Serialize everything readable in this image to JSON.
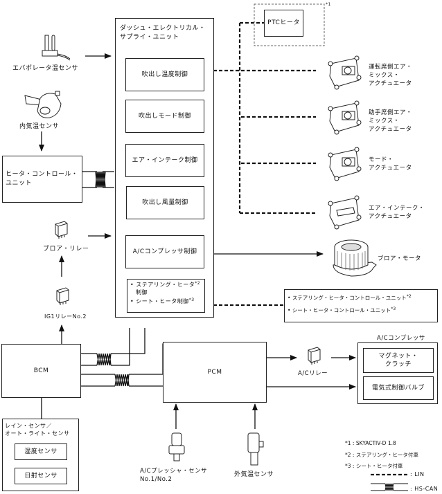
{
  "title": "エアコン・システム構成図",
  "components": {
    "dashboard_unit": {
      "title": "ダッシュ・エレクトリカル・\nサプライ・ユニット",
      "functions": [
        "吹出し温度制御",
        "吹出しモード制御",
        "エア・インテーク制御",
        "吹出し風量制御",
        "A/Cコンプレッサ制御"
      ],
      "sub_functions": [
        {
          "label": "ステアリング・ヒータ",
          "label2": "制御",
          "note": "*2"
        },
        {
          "label": "シート・ヒータ制御",
          "note": "*3"
        }
      ]
    },
    "ptc_heater": {
      "label": "PTCヒータ",
      "note": "*1"
    },
    "evaporator_sensor": "エバポレータ温センサ",
    "cabin_temp_sensor": "内気温センサ",
    "heater_control_unit": "ヒータ・コントロール・\nユニット",
    "blower_relay": "ブロア・リレー",
    "ig1_relay": "IG1リレーNo.2",
    "bcm": "BCM",
    "pcm": "PCM",
    "rain_sensor_unit": {
      "title": "レイン・センサ／\nオート・ライト・センサ",
      "items": [
        "湿度センサ",
        "日射センサ"
      ]
    },
    "ac_pressure_sensor": "A/Cプレッシャ・センサ\nNo.1/No.2",
    "ambient_temp_sensor": "外気温センサ",
    "ac_relay": "A/Cリレー",
    "ac_compressor": {
      "title": "A/Cコンプレッサ",
      "items": [
        "マグネット・\nクラッチ",
        "電気式制御バルブ"
      ]
    },
    "actuators": [
      "運転席側エア・\nミックス・\nアクチュエータ",
      "助手席側エア・\nミックス・\nアクチュエータ",
      "モード・\nアクチュエータ",
      "エア・インテーク・\nアクチュエータ"
    ],
    "blower_motor": "ブロア・モータ",
    "heater_control_units": [
      {
        "label": "ステアリング・ヒータ・コントロール・ユニット",
        "note": "*2"
      },
      {
        "label": "シート・ヒータ・コントロール・ユニット",
        "note": "*3"
      }
    ]
  },
  "notes": [
    "*1 : SKYACTIV-D 1.8",
    "*2 : ステアリング・ヒータ付車",
    "*3 : シート・ヒータ付車"
  ],
  "legend": [
    {
      "label": ": LIN",
      "style": "dashed"
    },
    {
      "label": ": HS-CAN",
      "style": "twisted"
    }
  ]
}
